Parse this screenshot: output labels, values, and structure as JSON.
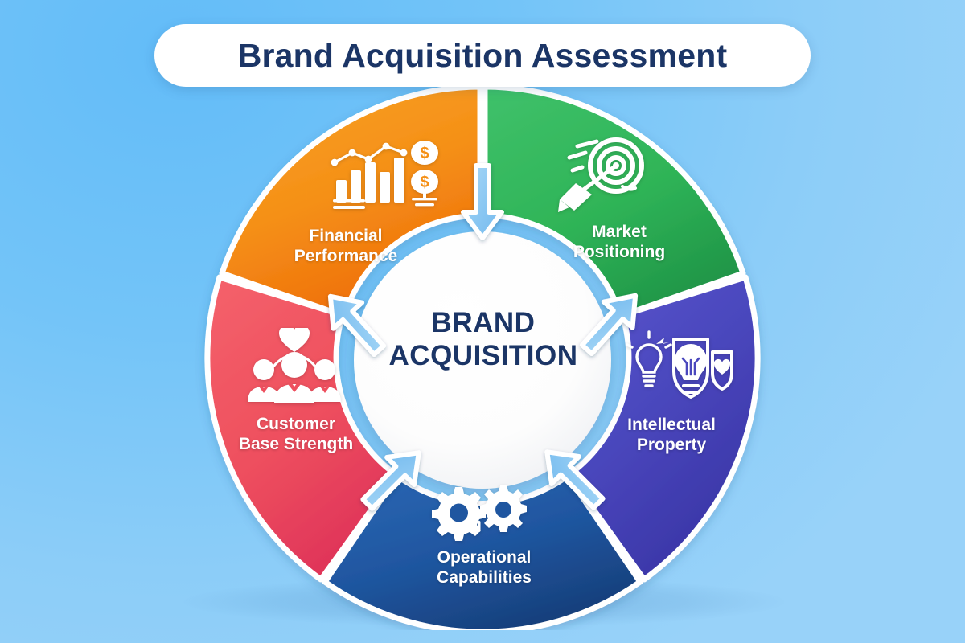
{
  "page": {
    "background_color_top_left": "#63bcf8",
    "background_color_bottom_right": "#98d2f9"
  },
  "header": {
    "title": "Brand Acquisition Assessment",
    "title_color": "#1b3566",
    "pill_color": "#ffffff"
  },
  "hub": {
    "line1": "BRAND",
    "line2": "ACQUISITION",
    "text_color": "#1b3566",
    "fill_color": "#ffffff"
  },
  "diagram": {
    "type": "donut-cycle",
    "segment_count": 5,
    "arrow_color": "#8fc9f2",
    "arrow_outline_color": "#ffffff",
    "segments": [
      {
        "id": "financial-performance",
        "label_line1": "Financial",
        "label_line2": "Performance",
        "color": "#f59016",
        "color_dark": "#f0720e",
        "icon": "bar-chart-dollar-icon",
        "position": "top-left"
      },
      {
        "id": "market-positioning",
        "label_line1": "Market",
        "label_line2": "Positioning",
        "color": "#2fb457",
        "color_dark": "#23994a",
        "icon": "target-arrow-icon",
        "position": "top-right"
      },
      {
        "id": "intellectual-property",
        "label_line1": "Intellectual",
        "label_line2": "Property",
        "color": "#4a47bd",
        "color_dark": "#3b36a8",
        "icon": "lightbulb-shield-icon",
        "position": "right"
      },
      {
        "id": "operational-capabilities",
        "label_line1": "Operational",
        "label_line2": "Capabilities",
        "color": "#1f56a0",
        "color_dark": "#17407c",
        "icon": "gears-icon",
        "position": "bottom"
      },
      {
        "id": "customer-base-strength",
        "label_line1": "Customer",
        "label_line2": "Base Strength",
        "color": "#ee4f5e",
        "color_dark": "#e03a58",
        "icon": "people-heart-icon",
        "position": "left"
      }
    ]
  }
}
